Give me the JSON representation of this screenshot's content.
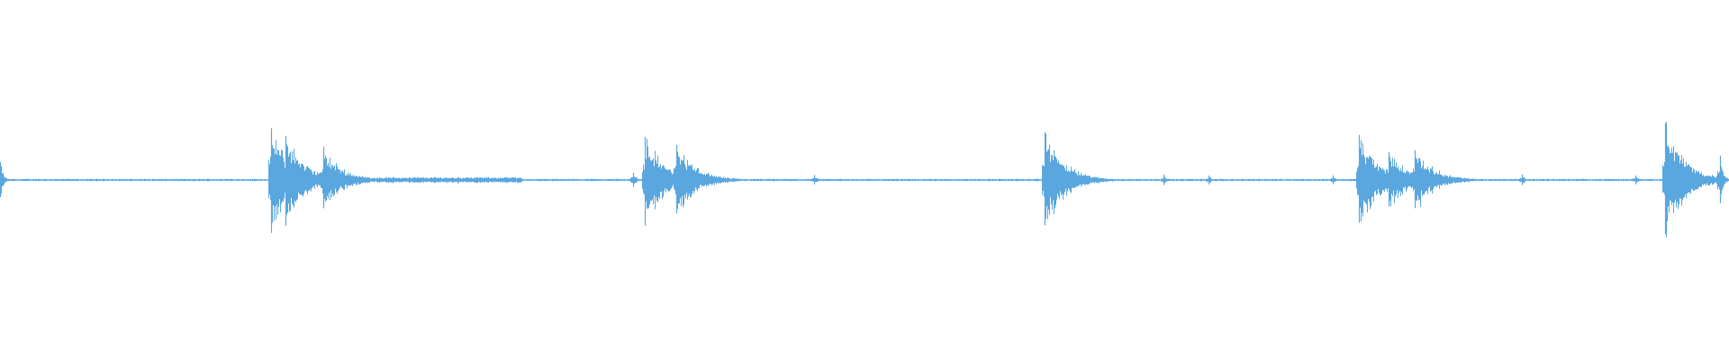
{
  "waveform": {
    "color": "#5aa6df",
    "background": "#ffffff",
    "peaks": [
      {
        "t": 0.0,
        "amp": 0.2
      },
      {
        "t": 0.157,
        "amp": 0.55
      },
      {
        "t": 0.165,
        "amp": 0.49
      },
      {
        "t": 0.187,
        "amp": 0.33
      },
      {
        "t": 0.366,
        "amp": 0.08
      },
      {
        "t": 0.373,
        "amp": 0.48
      },
      {
        "t": 0.391,
        "amp": 0.39
      },
      {
        "t": 0.471,
        "amp": 0.05
      },
      {
        "t": 0.604,
        "amp": 0.53
      },
      {
        "t": 0.673,
        "amp": 0.06
      },
      {
        "t": 0.699,
        "amp": 0.05
      },
      {
        "t": 0.771,
        "amp": 0.05
      },
      {
        "t": 0.786,
        "amp": 0.5
      },
      {
        "t": 0.803,
        "amp": 0.31
      },
      {
        "t": 0.818,
        "amp": 0.33
      },
      {
        "t": 0.88,
        "amp": 0.06
      },
      {
        "t": 0.946,
        "amp": 0.05
      },
      {
        "t": 0.963,
        "amp": 0.63
      },
      {
        "t": 0.972,
        "amp": 0.22
      },
      {
        "t": 0.995,
        "amp": 0.27
      }
    ]
  }
}
